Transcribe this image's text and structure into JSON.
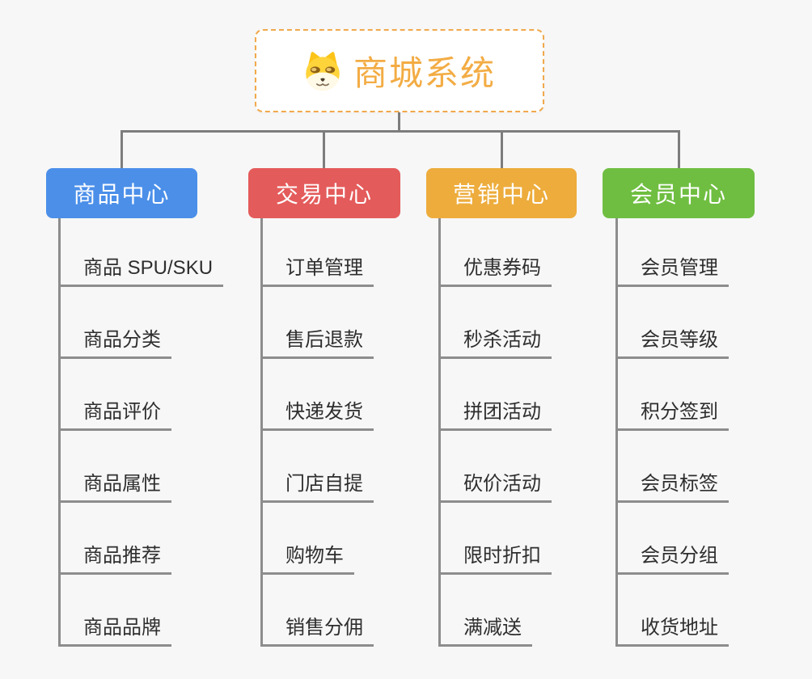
{
  "app": {
    "background_color": "#f7f7f7",
    "connector_color": "#7d7d7d",
    "underline_color": "#8d8d8d",
    "subtopic_text_color": "#2e2e2e"
  },
  "root": {
    "title": "商城系统",
    "icon": "dog-face",
    "title_color": "#f3ac44",
    "border_color": "#f0a94c",
    "fill_color": "#ffffff"
  },
  "branches": [
    {
      "label": "商品中心",
      "color": "#4b8fe9",
      "children": [
        "商品 SPU/SKU",
        "商品分类",
        "商品评价",
        "商品属性",
        "商品推荐",
        "商品品牌"
      ]
    },
    {
      "label": "交易中心",
      "color": "#e45b5b",
      "children": [
        "订单管理",
        "售后退款",
        "快递发货",
        "门店自提",
        "购物车",
        "销售分佣"
      ]
    },
    {
      "label": "营销中心",
      "color": "#edac3c",
      "children": [
        "优惠券码",
        "秒杀活动",
        "拼团活动",
        "砍价活动",
        "限时折扣",
        "满减送"
      ]
    },
    {
      "label": "会员中心",
      "color": "#6fbe41",
      "children": [
        "会员管理",
        "会员等级",
        "积分签到",
        "会员标签",
        "会员分组",
        "收货地址"
      ]
    }
  ]
}
